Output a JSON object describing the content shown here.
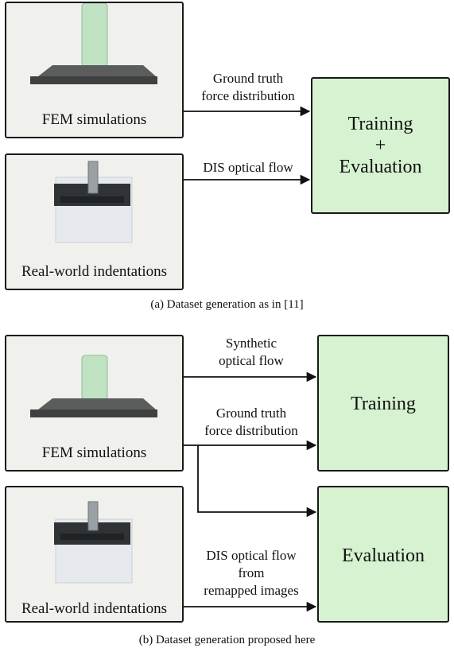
{
  "panel_a": {
    "fem_label": "FEM simulations",
    "real_label": "Real-world indentations",
    "target_line1": "Training",
    "target_line2": "+",
    "target_line3": "Evaluation",
    "edge_gt_line1": "Ground truth",
    "edge_gt_line2": "force distribution",
    "edge_dis": "DIS optical flow",
    "caption": "(a) Dataset generation as in [11]"
  },
  "panel_b": {
    "fem_label": "FEM simulations",
    "real_label": "Real-world indentations",
    "training": "Training",
    "evaluation": "Evaluation",
    "edge_syn_line1": "Synthetic",
    "edge_syn_line2": "optical flow",
    "edge_gt_line1": "Ground truth",
    "edge_gt_line2": "force distribution",
    "edge_dis_line1": "DIS optical flow",
    "edge_dis_line2": "from",
    "edge_dis_line3": "remapped images",
    "caption": "(b) Dataset generation proposed here"
  },
  "colors": {
    "source_box": "#f0f1ed",
    "target_box": "#d6f2d0",
    "indenter_green": "#bfe3c3",
    "sensor_dark": "#4a4d4b"
  }
}
